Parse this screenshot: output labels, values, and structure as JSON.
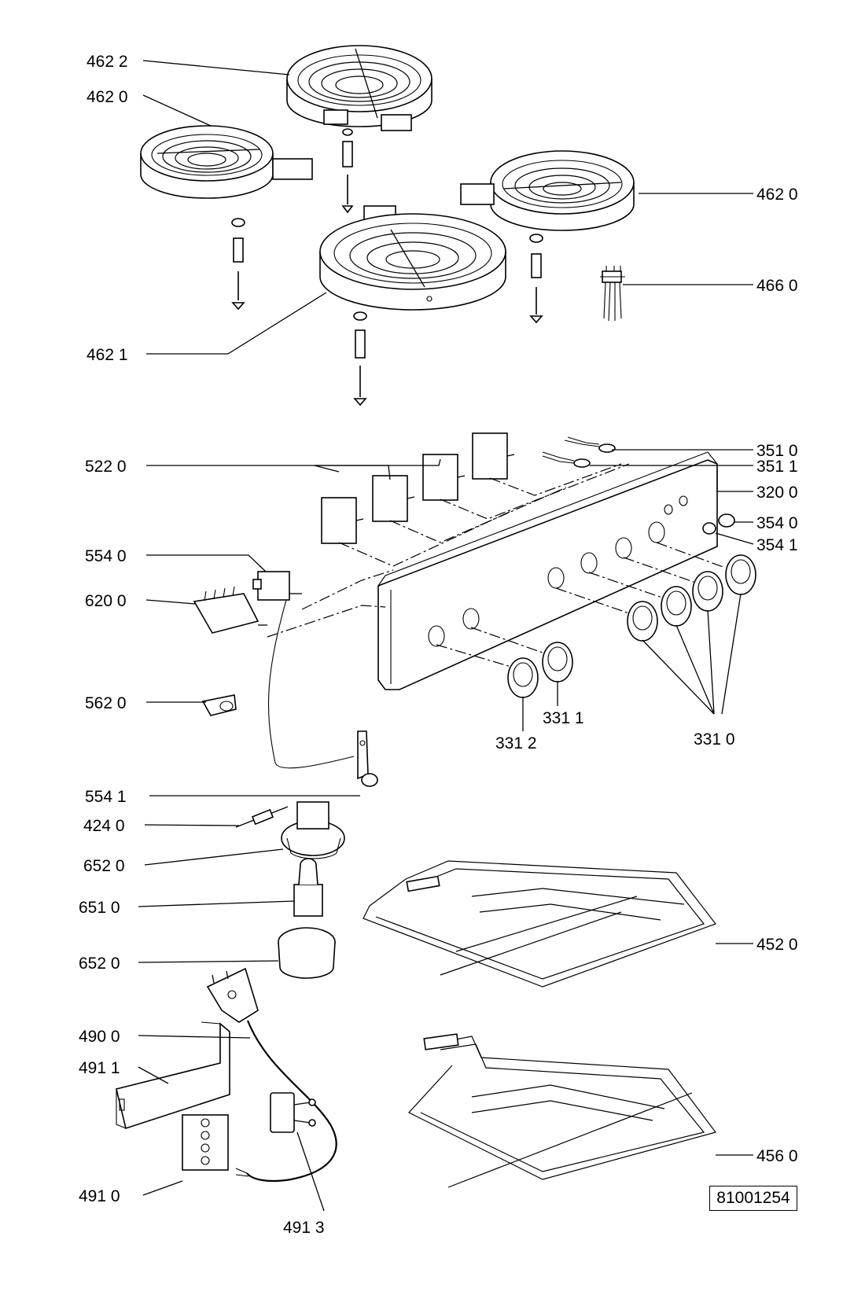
{
  "labels": {
    "l4622": "462 2",
    "l4620a": "462 0",
    "l4620b": "462 0",
    "l4660": "466 0",
    "l4621": "462 1",
    "l5220": "522 0",
    "l3510": "351 0",
    "l3511": "351 1",
    "l3200": "320 0",
    "l3540": "354 0",
    "l3541": "354 1",
    "l5540": "554 0",
    "l6200": "620 0",
    "l5620": "562 0",
    "l3311": "331 1",
    "l3312": "331 2",
    "l3310": "331 0",
    "l5541": "554 1",
    "l4240": "424 0",
    "l6520a": "652 0",
    "l6510": "651 0",
    "l4520": "452 0",
    "l6520b": "652 0",
    "l4900": "490 0",
    "l4911": "491 1",
    "l4910": "491 0",
    "l4913": "491 3",
    "l4560": "456 0"
  },
  "document_number": "81001254"
}
